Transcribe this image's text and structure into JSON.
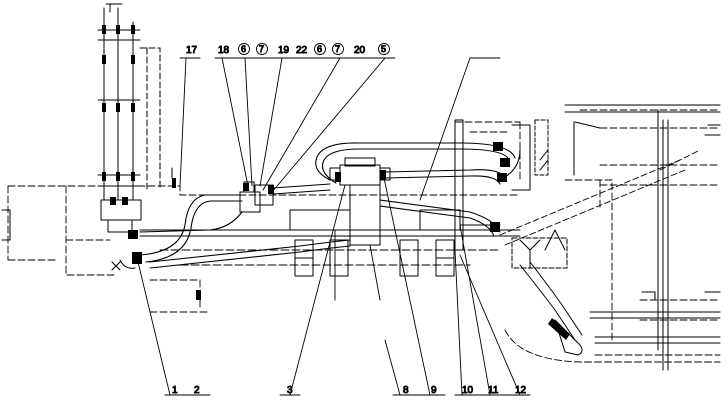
{
  "diagram": {
    "line_color": "#000000",
    "background": "#ffffff",
    "top_callouts": {
      "c17": "17",
      "c18": "18",
      "c6a": "6",
      "c7a": "7",
      "c19": "19",
      "c22": "22",
      "c6b": "6",
      "c7b": "7",
      "c20": "20",
      "c5": "5"
    },
    "bottom_callouts": {
      "c1": "1",
      "c2": "2",
      "c3": "3",
      "c8": "8",
      "c9": "9",
      "c10": "10",
      "c11": "11",
      "c12": "12"
    }
  }
}
